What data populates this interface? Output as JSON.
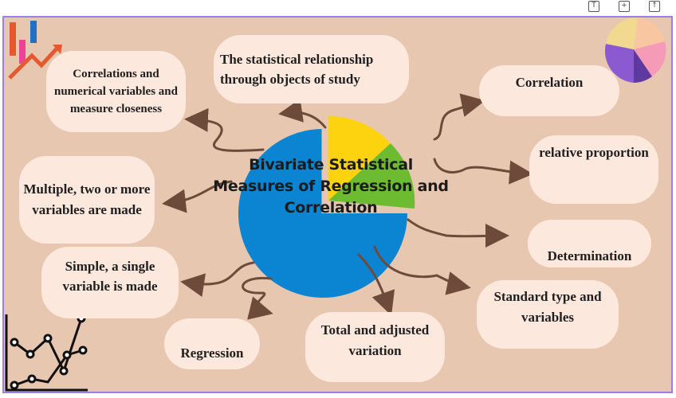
{
  "toolbar": {
    "icons": [
      "text-box-icon",
      "add-page-icon",
      "share-icon"
    ]
  },
  "diagram": {
    "title": "Bivariate Statistical Measures of Regression and Correlation",
    "nodes": {
      "statistical_relationship": "The statistical relationship through objects of study",
      "correlations_numerical": "Correlations and numerical variables and measure closeness",
      "correlation": "Correlation",
      "relative_proportion": "relative proportion",
      "multiple_variables": "Multiple, two or more variables are made",
      "determination": "Determination",
      "simple_single": "Simple, a single variable is made",
      "standard_type": "Standard type and variables",
      "total_adjusted": "Total and adjusted variation",
      "regression": "Regression"
    }
  },
  "colors": {
    "background": "#e8c7b1",
    "bubble": "#fde8de",
    "border": "#9b7fe6",
    "pie_blue": "#0b84d2",
    "pie_yellow": "#fdd20e",
    "pie_green": "#6dbb31",
    "arrow": "#6e4a3a"
  }
}
